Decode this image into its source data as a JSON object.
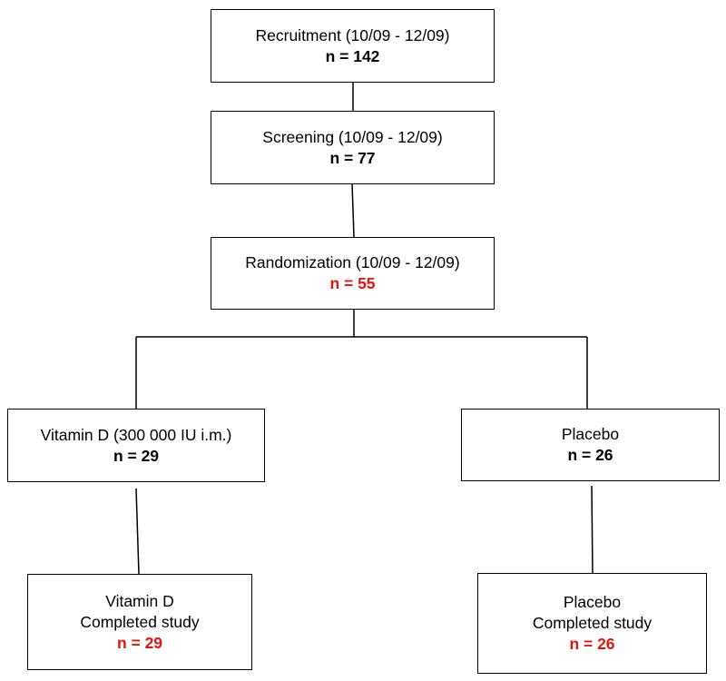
{
  "colors": {
    "highlight": "#e8140c",
    "text": "#000000",
    "border": "#000000",
    "background": "#ffffff"
  },
  "nodes": {
    "recruitment": {
      "title": "Recruitment (10/09 - 12/09)",
      "count": "n = 142"
    },
    "screening": {
      "title": "Screening (10/09 - 12/09)",
      "count": "n = 77"
    },
    "randomization": {
      "title": "Randomization (10/09 - 12/09)",
      "count": "n = 55"
    },
    "vitamin_d": {
      "title": "Vitamin D (300 000 IU i.m.)",
      "count": "n = 29"
    },
    "placebo": {
      "title": "Placebo",
      "count": "n = 26"
    },
    "vitamin_d_completed": {
      "title": "Vitamin D",
      "subtitle": "Completed study",
      "count": "n = 29"
    },
    "placebo_completed": {
      "title": "Placebo",
      "subtitle": "Completed study",
      "count": "n = 26"
    }
  }
}
